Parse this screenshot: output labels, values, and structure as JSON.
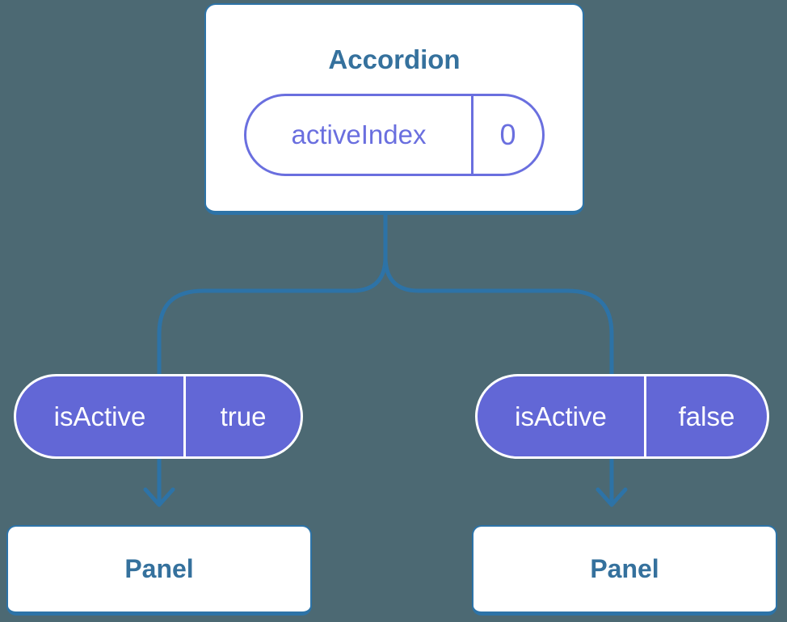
{
  "colors": {
    "background": "#4c6973",
    "line": "#2d73a7",
    "box_border": "#2d73a7",
    "box_text": "#35719d",
    "purple_fill": "#6267d6",
    "purple_outline": "#6a6fdf",
    "pill_text_light": "#ffffff"
  },
  "diagram": {
    "root": {
      "title": "Accordion",
      "prop": {
        "name": "activeIndex",
        "value": "0"
      }
    },
    "children": [
      {
        "prop": {
          "name": "isActive",
          "value": "true"
        },
        "panel": {
          "label": "Panel"
        }
      },
      {
        "prop": {
          "name": "isActive",
          "value": "false"
        },
        "panel": {
          "label": "Panel"
        }
      }
    ]
  }
}
